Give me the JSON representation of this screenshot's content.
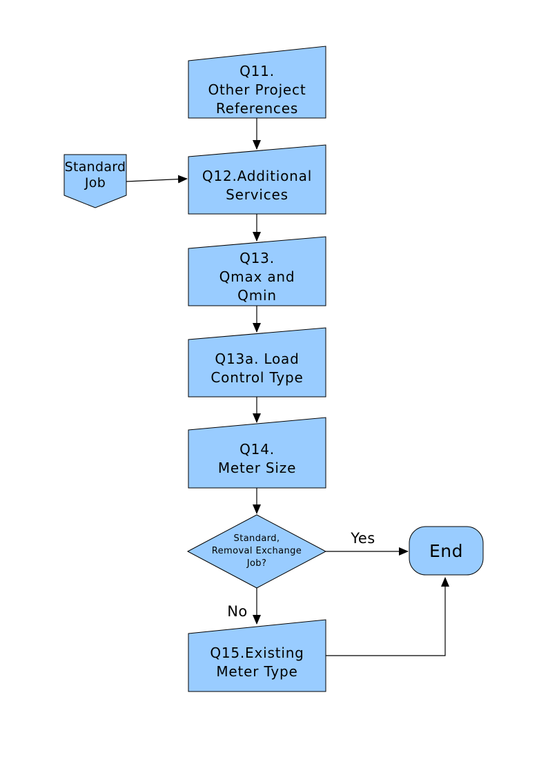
{
  "colors": {
    "background": "#FFFFFF",
    "node_fill": "#99CCFF",
    "node_stroke": "#000000",
    "connector": "#000000",
    "text": "#000000"
  },
  "nodes": {
    "q11": {
      "shape": "slanted-box",
      "label": "Q11.\nOther Project\nReferences"
    },
    "standard_job": {
      "shape": "off-page-connector",
      "label": "Standard\nJob"
    },
    "q12": {
      "shape": "slanted-box",
      "label": "Q12.Additional\nServices"
    },
    "q13": {
      "shape": "slanted-box",
      "label": "Q13.\nQmax and\nQmin"
    },
    "q13a": {
      "shape": "slanted-box",
      "label": "Q13a. Load\nControl Type"
    },
    "q14": {
      "shape": "slanted-box",
      "label": "Q14.\nMeter Size"
    },
    "decision": {
      "shape": "diamond",
      "label": "Standard,\nRemoval Exchange\nJob?"
    },
    "end": {
      "shape": "terminator",
      "label": "End"
    },
    "q15": {
      "shape": "slanted-box",
      "label": "Q15.Existing\nMeter Type"
    }
  },
  "edges": {
    "yes_label": "Yes",
    "no_label": "No"
  }
}
